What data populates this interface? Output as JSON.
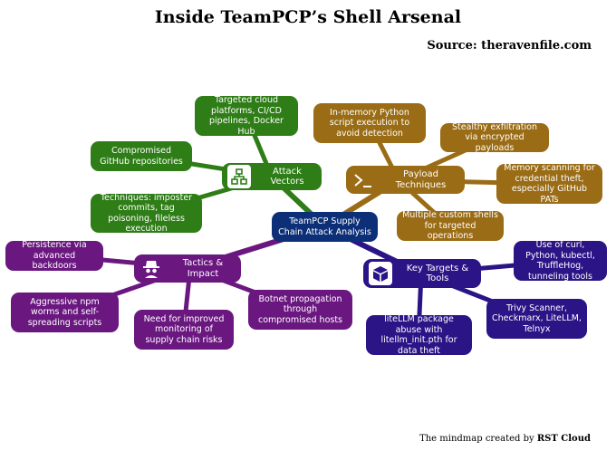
{
  "title": "Inside TeamPCP’s Shell Arsenal",
  "source": "Source: theravenfile.com",
  "credit": {
    "prefix": "The mindmap created by",
    "name": "RST Cloud"
  },
  "colors": {
    "attack": "#2e7d17",
    "payload": "#9a6c15",
    "tactics": "#6a1780",
    "targets": "#2a1486",
    "root": "#0c2f77"
  },
  "root": {
    "label": "TeamPCP Supply Chain Attack Analysis"
  },
  "attack_vectors": {
    "label": "Attack Vectors",
    "icon": "network-icon",
    "items": [
      "Targeted cloud platforms, CI/CD pipelines, Docker Hub",
      "Compromised GitHub repositories",
      "Techniques: imposter commits, tag poisoning, fileless execution"
    ]
  },
  "payload_techniques": {
    "label": "Payload Techniques",
    "icon": "terminal-icon",
    "items": [
      "In-memory Python script execution to avoid detection",
      "Stealthy exfiltration via encrypted payloads",
      "Memory scanning for credential theft, especially GitHub PATs",
      "Multiple custom shells for targeted operations"
    ]
  },
  "tactics_impact": {
    "label": "Tactics & Impact",
    "icon": "spy-icon",
    "items": [
      "Persistence via advanced backdoors",
      "Aggressive npm worms and self-spreading scripts",
      "Need for improved monitoring of supply chain risks",
      "Botnet propagation through compromised hosts"
    ]
  },
  "key_targets": {
    "label": "Key Targets & Tools",
    "icon": "cube-icon",
    "items": [
      "Use of curl, Python, kubectl, TruffleHog, tunneling tools",
      "Trivy Scanner, Checkmarx, LiteLLM, Telnyx",
      "liteLLM package abuse with litellm_init.pth for data theft"
    ]
  }
}
